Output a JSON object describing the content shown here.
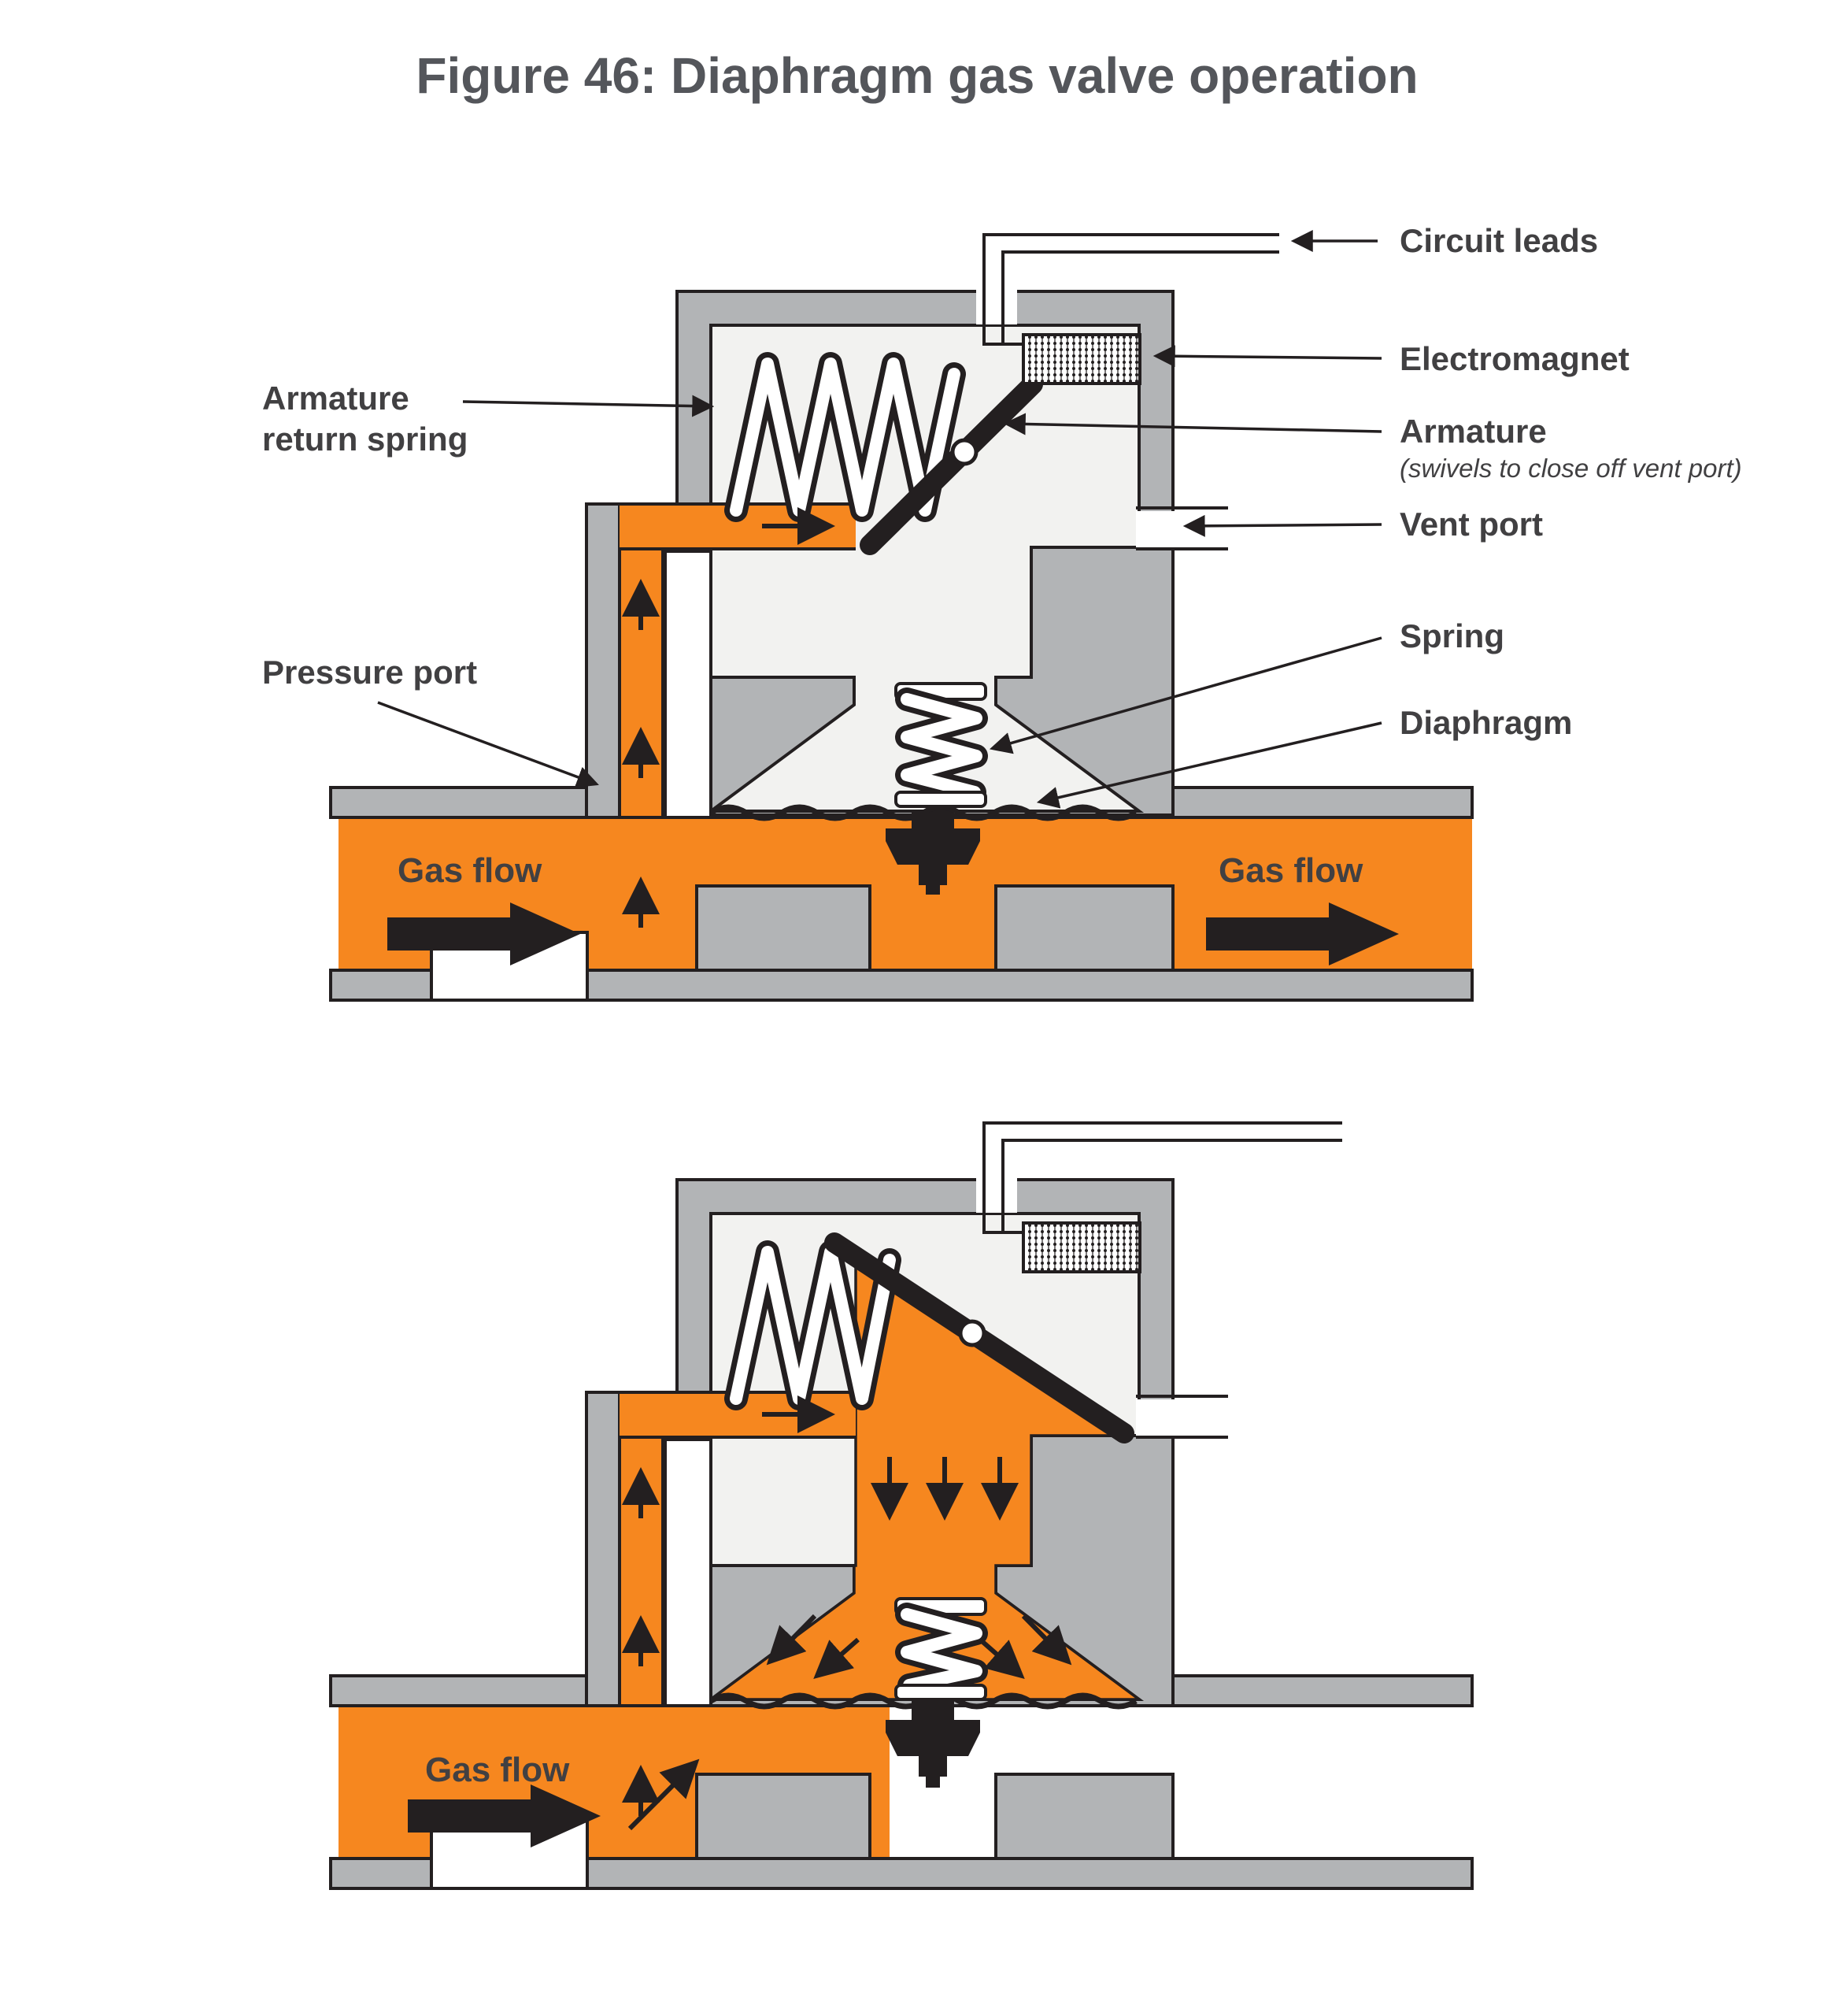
{
  "title": "Figure 46: Diaphragm gas valve operation",
  "colors": {
    "gas_orange": "#F6871F",
    "body_gray": "#B2B4B6",
    "chamber_fill": "#F2F2F0",
    "outline": "#231F20",
    "label_text": "#414042",
    "title_text": "#54565B",
    "background": "#FFFFFF"
  },
  "top_diagram": {
    "labels": {
      "circuit_leads": "Circuit leads",
      "electromagnet": "Electromagnet",
      "armature": "Armature",
      "armature_note": "(swivels to close off vent port)",
      "vent_port": "Vent port",
      "spring": "Spring",
      "diaphragm": "Diaphragm",
      "armature_return_spring_line1": "Armature",
      "armature_return_spring_line2": "return spring",
      "pressure_port": "Pressure port",
      "gas_flow_left": "Gas flow",
      "gas_flow_right": "Gas flow"
    }
  },
  "bottom_diagram": {
    "labels": {
      "gas_flow_left": "Gas flow"
    }
  }
}
